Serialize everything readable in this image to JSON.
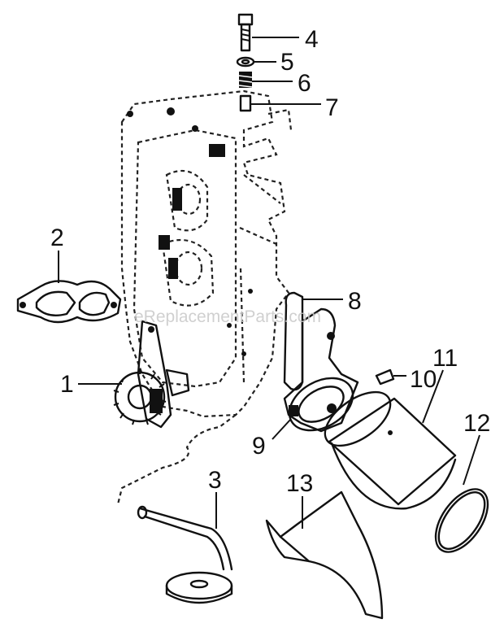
{
  "watermark": "eReplacementParts.com",
  "callouts": [
    {
      "id": "4",
      "label": "4"
    },
    {
      "id": "5",
      "label": "5"
    },
    {
      "id": "6",
      "label": "6"
    },
    {
      "id": "7",
      "label": "7"
    },
    {
      "id": "2",
      "label": "2"
    },
    {
      "id": "8",
      "label": "8"
    },
    {
      "id": "1",
      "label": "1"
    },
    {
      "id": "10",
      "label": "10"
    },
    {
      "id": "11",
      "label": "11"
    },
    {
      "id": "9",
      "label": "9"
    },
    {
      "id": "12",
      "label": "12"
    },
    {
      "id": "3",
      "label": "3"
    },
    {
      "id": "13",
      "label": "13"
    }
  ],
  "icons": {
    "engine-block": "engine-block-outline",
    "oil-pump": "oil-pump-gear",
    "gasket": "pump-gasket",
    "pickup-tube": "oil-pickup-screen",
    "filter-adapter": "oil-filter-adapter",
    "oil-filter": "oil-filter-canister",
    "filter-gasket": "o-ring-seal",
    "shield": "oil-filter-shield"
  }
}
